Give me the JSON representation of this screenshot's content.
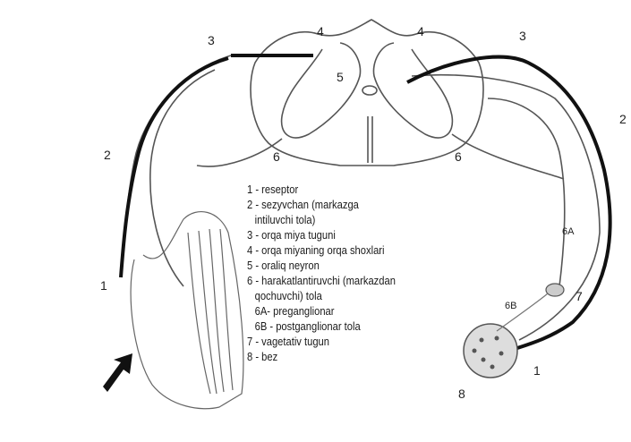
{
  "diagram": {
    "legend": [
      {
        "text": "1 - reseptor"
      },
      {
        "text": "2 - sezyvchan (markazga"
      },
      {
        "text": "intiluvchi tola)",
        "indent": true
      },
      {
        "text": "3 - orqa miya tuguni"
      },
      {
        "text": "4 - orqa miyaning orqa shoxlari"
      },
      {
        "text": "5 - oraliq neyron"
      },
      {
        "text": "6 - harakatlantiruvchi (markazdan"
      },
      {
        "text": "qochuvchi) tola",
        "indent": true
      },
      {
        "text": "6A- preganglionar",
        "indent": true
      },
      {
        "text": "6B - postganglionar tola",
        "indent": true
      },
      {
        "text": "7 - vagetativ tugun"
      },
      {
        "text": "8 - bez"
      }
    ],
    "labels": {
      "n1": "1",
      "n2": "2",
      "n3": "3",
      "n4": "4",
      "n5": "5",
      "n6": "6",
      "n6a": "6A",
      "n6b": "6B",
      "n7": "7",
      "n8": "8"
    }
  }
}
